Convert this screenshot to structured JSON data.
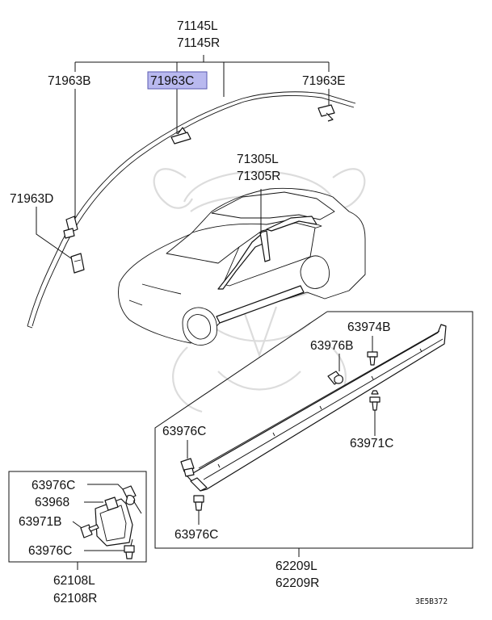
{
  "labels": {
    "molding_roof_l": "71145L",
    "molding_roof_r": "71145R",
    "clip_b": "71963B",
    "clip_c": "71963C",
    "clip_e": "71963E",
    "clip_d": "71963D",
    "window_molding_l": "71305L",
    "window_molding_r": "71305R",
    "clip_63974b": "63974B",
    "clip_63976b": "63976B",
    "clip_63976c_top": "63976C",
    "clip_63971c": "63971C",
    "clip_63976c_bottom": "63976C",
    "side_sill_l": "62209L",
    "side_sill_r": "62209R",
    "inset_63976c_top": "63976C",
    "inset_63968": "63968",
    "inset_63971b": "63971B",
    "inset_63976c_bottom": "63976C",
    "mudguard_l": "62108L",
    "mudguard_r": "62108R",
    "diagram_code": "3E5B372"
  },
  "colors": {
    "highlight": "#b9b9ef",
    "line": "#111111",
    "watermark": "#dcdcdc"
  },
  "icons": {
    "watermark": "samurai-helmet-watermark"
  }
}
